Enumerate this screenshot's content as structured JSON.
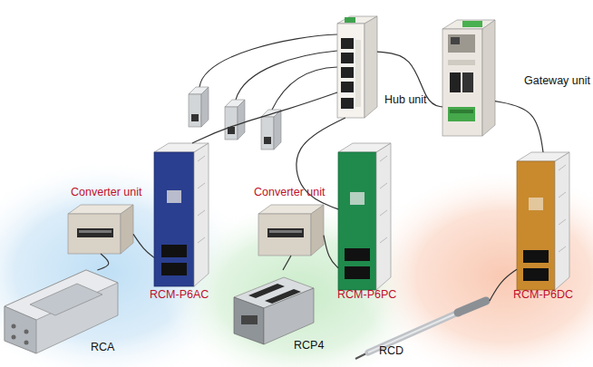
{
  "diagram": {
    "nodes": [
      {
        "text": [
          "Hub unit"
        ]
      },
      {
        "text": [
          "Gateway unit"
        ]
      },
      {
        "text": [
          "RCM-P6AC"
        ]
      },
      {
        "text": [
          "Converter unit"
        ]
      },
      {
        "text": [
          "RCA"
        ]
      },
      {
        "text": [
          "RCM-P6PC"
        ]
      },
      {
        "text": [
          "Converter unit"
        ]
      },
      {
        "text": [
          "RCP4"
        ]
      },
      {
        "text": [
          "RCM-P6DC"
        ]
      },
      {
        "text": [
          "RCD"
        ]
      }
    ],
    "edges": [
      {
        "from": 0,
        "to": 1,
        "arrow": "none"
      },
      {
        "from": 0,
        "to": 2,
        "arrow": "none"
      },
      {
        "from": 0,
        "to": 5,
        "arrow": "none"
      },
      {
        "from": 1,
        "to": 8,
        "arrow": "none"
      },
      {
        "from": 2,
        "to": 3,
        "arrow": "none"
      },
      {
        "from": 3,
        "to": 4,
        "arrow": "none"
      },
      {
        "from": 5,
        "to": 6,
        "arrow": "none"
      },
      {
        "from": 6,
        "to": 7,
        "arrow": "none"
      },
      {
        "from": 8,
        "to": 9,
        "arrow": "none"
      }
    ]
  }
}
